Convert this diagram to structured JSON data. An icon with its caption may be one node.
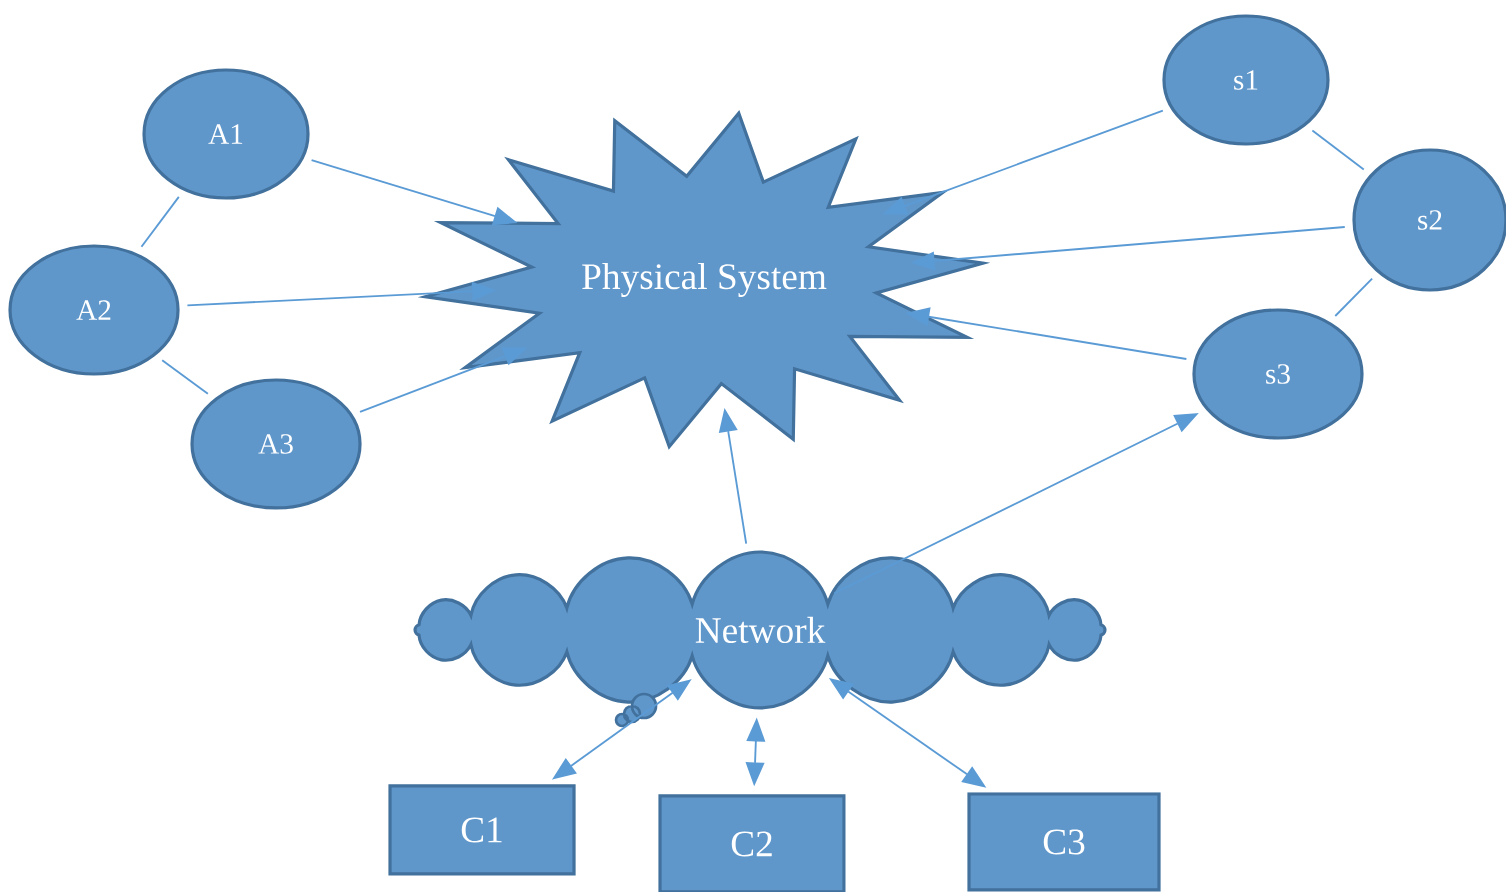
{
  "diagram": {
    "nodes": [
      {
        "text": [
          "A1"
        ]
      },
      {
        "text": [
          "A2"
        ]
      },
      {
        "text": [
          "A3"
        ]
      },
      {
        "text": [
          "Physical System"
        ]
      },
      {
        "text": [
          "s1"
        ]
      },
      {
        "text": [
          "s2"
        ]
      },
      {
        "text": [
          "s3"
        ]
      },
      {
        "text": [
          "Network"
        ]
      },
      {
        "text": [
          "C1"
        ]
      },
      {
        "text": [
          "C2"
        ]
      },
      {
        "text": [
          "C3"
        ]
      }
    ],
    "edges": [
      {
        "from": 0,
        "to": 3,
        "arrow": "to"
      },
      {
        "from": 1,
        "to": 3,
        "arrow": "to"
      },
      {
        "from": 2,
        "to": 3,
        "arrow": "to"
      },
      {
        "from": 0,
        "to": 1,
        "arrow": "none"
      },
      {
        "from": 1,
        "to": 2,
        "arrow": "none"
      },
      {
        "from": 4,
        "to": 3,
        "arrow": "to"
      },
      {
        "from": 5,
        "to": 3,
        "arrow": "to"
      },
      {
        "from": 6,
        "to": 3,
        "arrow": "to"
      },
      {
        "from": 4,
        "to": 5,
        "arrow": "none"
      },
      {
        "from": 5,
        "to": 6,
        "arrow": "none"
      },
      {
        "from": 7,
        "to": 3,
        "arrow": "to"
      },
      {
        "from": 7,
        "to": 6,
        "arrow": "to"
      },
      {
        "from": 8,
        "to": 7,
        "arrow": "both"
      },
      {
        "from": 9,
        "to": 7,
        "arrow": "both"
      },
      {
        "from": 10,
        "to": 7,
        "arrow": "both"
      }
    ]
  }
}
